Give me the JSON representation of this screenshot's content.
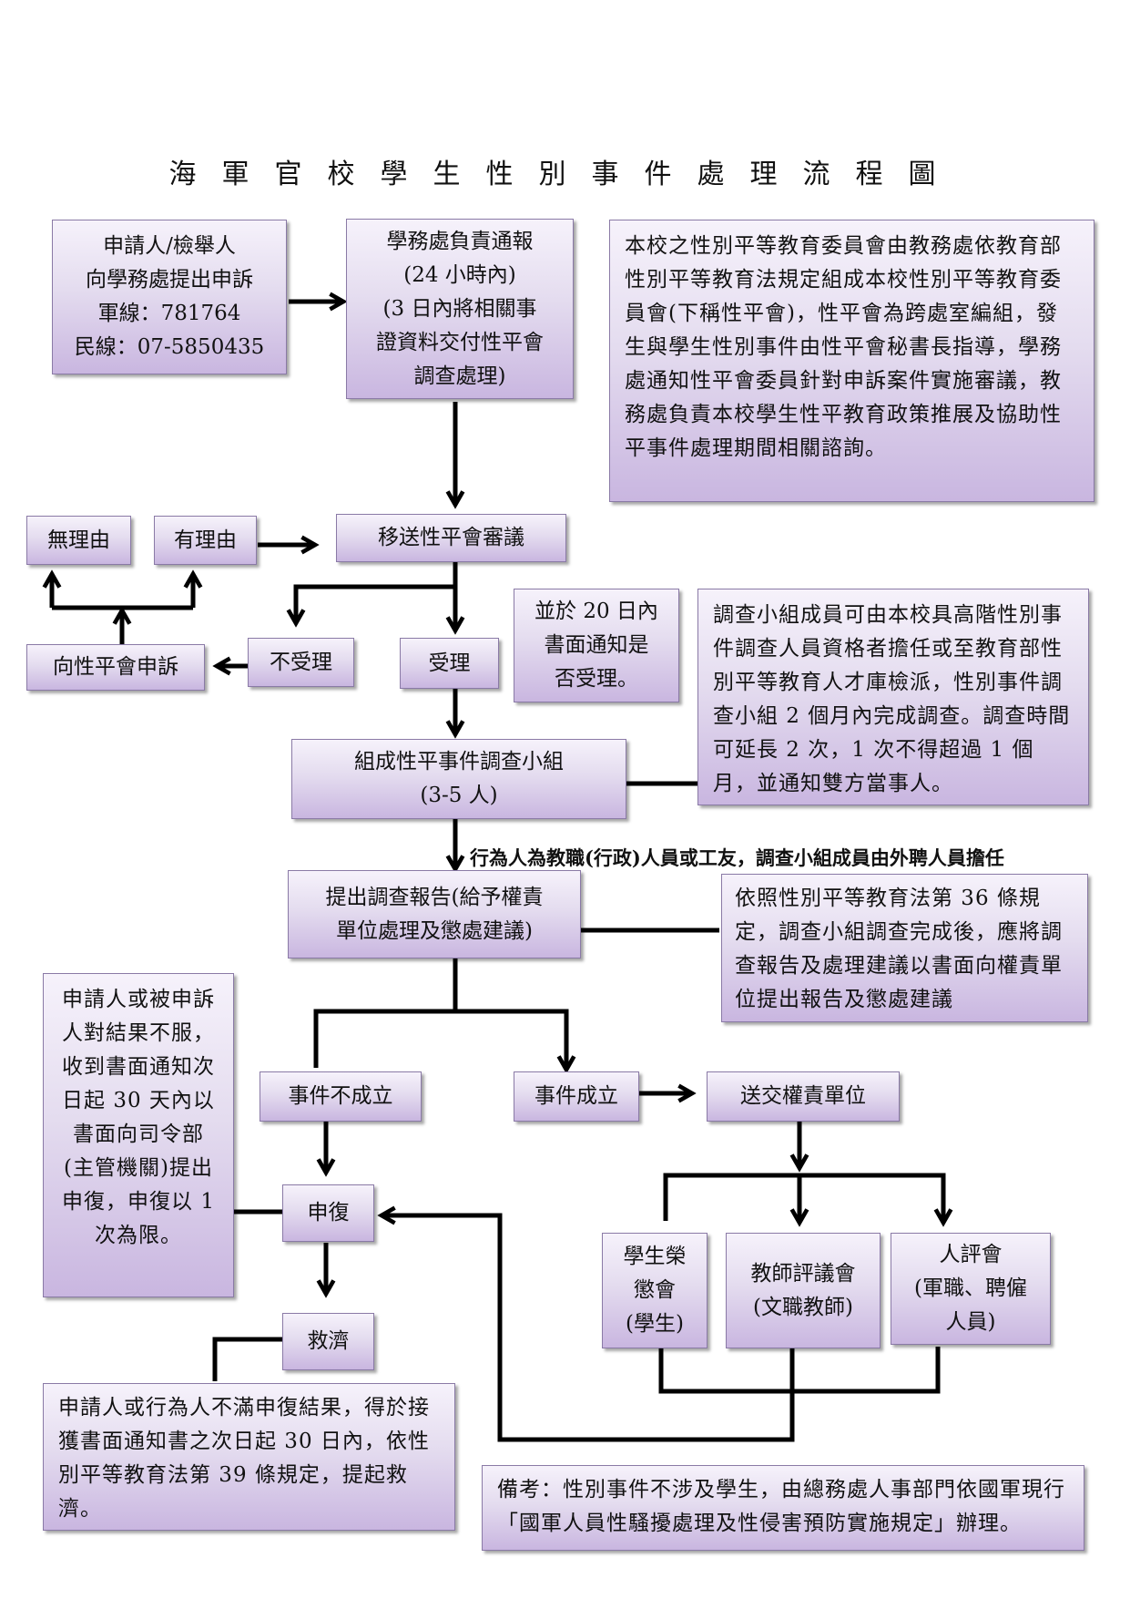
{
  "title": "海軍官校學生性別事件處理流程圖",
  "nodes": {
    "applicant": "申請人/檢舉人\n向學務處提出申訴\n軍線：781764\n民線：07-5850435",
    "student_affairs": "學務處負責通報\n(24 小時內)\n(3 日內將相關事\n證資料交付性平會\n調查處理)",
    "committee_info": "本校之性別平等教育委員會由教務處依教育部性別平等教育法規定組成本校性別平等教育委員會(下稱性平會)，性平會為跨處室編組，發生與學生性別事件由性平會秘書長指導，學務處通知性平會委員針對申訴案件實施審議，教務處負責本校學生性平教育政策推展及協助性平事件處理期間相關諮詢。",
    "no_reason": "無理由",
    "has_reason": "有理由",
    "transfer_review": "移送性平會審議",
    "appeal_committee": "向性平會申訴",
    "not_accepted": "不受理",
    "accepted": "受理",
    "notify_20days": "並於 20 日內\n書面通知是\n否受理。",
    "team_info": "調查小組成員可由本校具高階性別事件調查人員資格者擔任或至教育部性別平等教育人才庫檢派，性別事件調查小組 2 個月內完成調查。調查時間可延長 2 次，1 次不得超過 1 個月，並通知雙方當事人。",
    "form_team": "組成性平事件調查小組\n(3-5 人)",
    "staff_note": "行為人為教職(行政)人員或工友，調查小組成員由外聘人員擔任",
    "report": "提出調查報告(給予權責\n單位處理及懲處建議)",
    "law36": "依照性別平等教育法第 36 條規定，調查小組調查完成後，應將調查報告及處理建議以書面向權責單位提出報告及懲處建議",
    "appeal_info": "申請人或被申訴人對結果不服，收到書面通知次日起 30 天內以書面向司令部(主管機關)提出申復，申復以 1 次為限。",
    "not_established": "事件不成立",
    "established": "事件成立",
    "send_unit": "送交權責單位",
    "reappeal": "申復",
    "student_council": "學生榮\n懲會\n(學生)",
    "teacher_council": "教師評議會\n(文職教師)",
    "personnel_council": "人評會\n(軍職、聘僱\n人員)",
    "relief": "救濟",
    "relief_info": "申請人或行為人不滿申復結果，得於接獲書面通知書之次日起 30 日內，依性別平等教育法第 39 條規定，提起救濟。",
    "remark": "備考：性別事件不涉及學生，由總務處人事部門依國軍現行「國軍人員性騷擾處理及性侵害預防實施規定」辦理。"
  }
}
